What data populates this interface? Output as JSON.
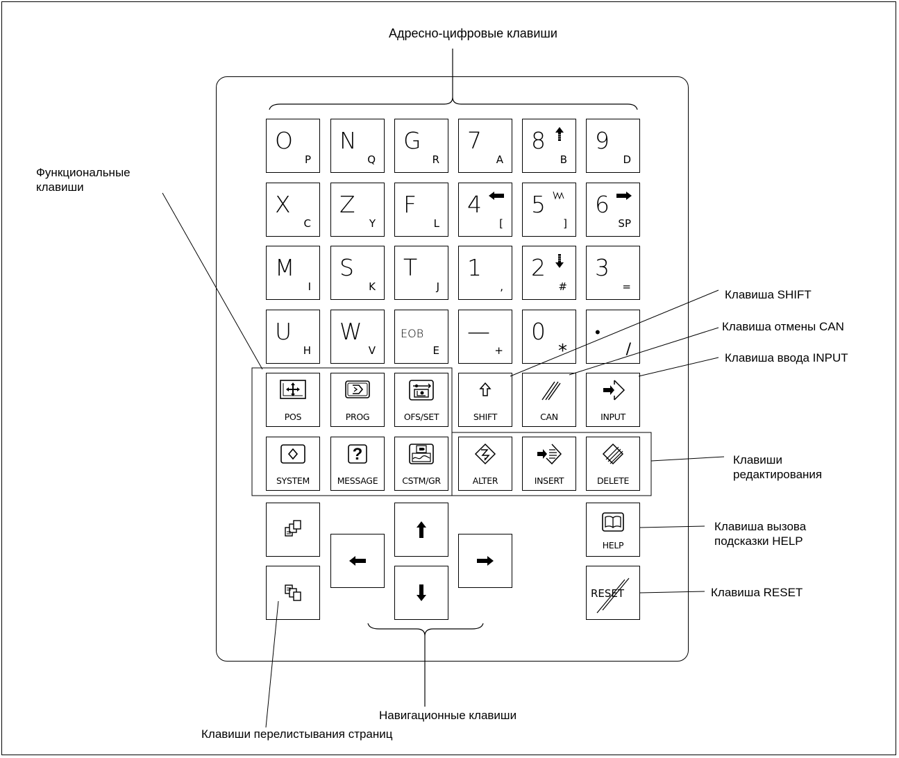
{
  "title_top": "Адресно-цифровые клавиши",
  "labels": {
    "functional": [
      "Функциональные",
      "клавиши"
    ],
    "shift": "Клавиша SHIFT",
    "can": "Клавиша отмены CAN",
    "input": "Клавиша ввода INPUT",
    "edit": [
      "Клавиши",
      "редактирования"
    ],
    "help": [
      "Клавиша вызова",
      "подсказки HELP"
    ],
    "reset": "Клавиша RESET",
    "navigation": "Навигационные клавиши",
    "page": "Клавиши перелистывания страниц"
  },
  "address_keys": [
    [
      {
        "m": "O",
        "s": "P"
      },
      {
        "m": "N",
        "s": "Q"
      },
      {
        "m": "G",
        "s": "R"
      },
      {
        "m": "7",
        "s": "A"
      },
      {
        "m": "8",
        "s": "B",
        "icon": "up-arrow-icon"
      },
      {
        "m": "9",
        "s": "D"
      }
    ],
    [
      {
        "m": "X",
        "s": "C"
      },
      {
        "m": "Z",
        "s": "Y"
      },
      {
        "m": "F",
        "s": "L"
      },
      {
        "m": "4",
        "s": "[",
        "icon": "left-arrow-icon"
      },
      {
        "m": "5",
        "s": "]",
        "icon": "wave-icon"
      },
      {
        "m": "6",
        "s": "SP",
        "icon": "right-arrow-icon"
      }
    ],
    [
      {
        "m": "M",
        "s": "I"
      },
      {
        "m": "S",
        "s": "K"
      },
      {
        "m": "T",
        "s": "J"
      },
      {
        "m": "1",
        "s": ","
      },
      {
        "m": "2",
        "s": "#",
        "icon": "down-arrow-icon"
      },
      {
        "m": "3",
        "s": "="
      }
    ],
    [
      {
        "m": "U",
        "s": "H"
      },
      {
        "m": "W",
        "s": "V"
      },
      {
        "m": "EOB",
        "s": "E"
      },
      {
        "m": "—",
        "s": "+"
      },
      {
        "m": "0",
        "s": "*"
      },
      {
        "m": "•",
        "s": "/"
      }
    ]
  ],
  "function_keys": {
    "pos": "POS",
    "prog": "PROG",
    "ofs": "OFS/SET",
    "system": "SYSTEM",
    "message": "MESSAGE",
    "cstm": "CSTM/GR",
    "shift": "SHIFT",
    "can": "CAN",
    "input": "INPUT",
    "alter": "ALTER",
    "insert": "INSERT",
    "delete": "DELETE",
    "help": "HELP",
    "reset": "RESET"
  }
}
